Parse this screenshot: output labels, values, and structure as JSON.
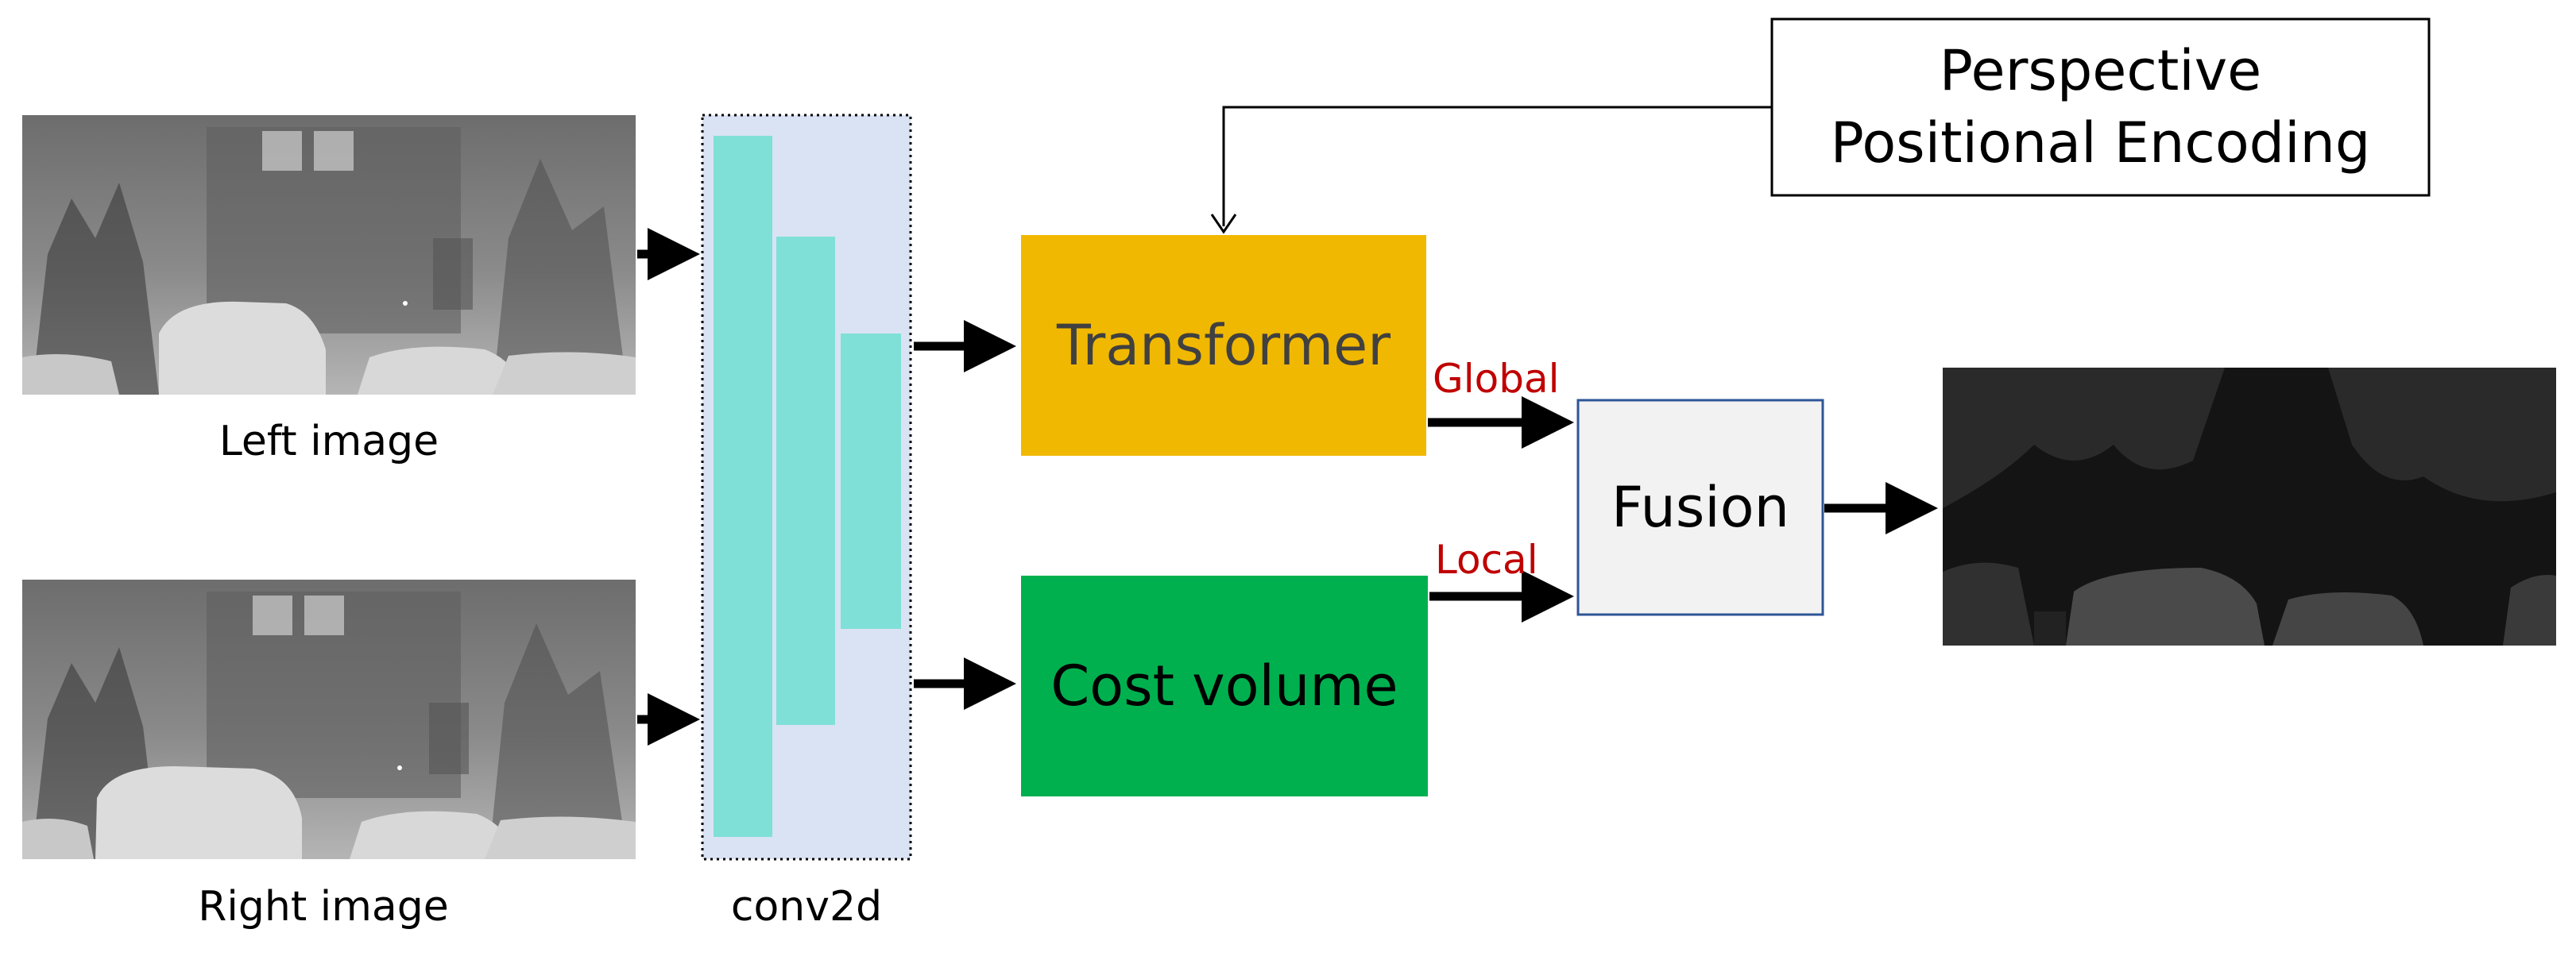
{
  "inputs": {
    "left_label": "Left image",
    "right_label": "Right image"
  },
  "encoder": {
    "label": "conv2d"
  },
  "blocks": {
    "transformer": "Transformer",
    "cost_volume": "Cost volume",
    "fusion": "Fusion",
    "ppe_line1": "Perspective",
    "ppe_line2": "Positional Encoding"
  },
  "edges": {
    "global": "Global",
    "local": "Local"
  },
  "colors": {
    "transformer": "#f0b800",
    "cost_volume": "#00b04f",
    "fusion": "#f2f2f2",
    "fusion_border": "#2f5597",
    "encoder_bg": "#dae3f3",
    "feature_maps": "#7fe0d8",
    "edge_label": "#c00000"
  }
}
